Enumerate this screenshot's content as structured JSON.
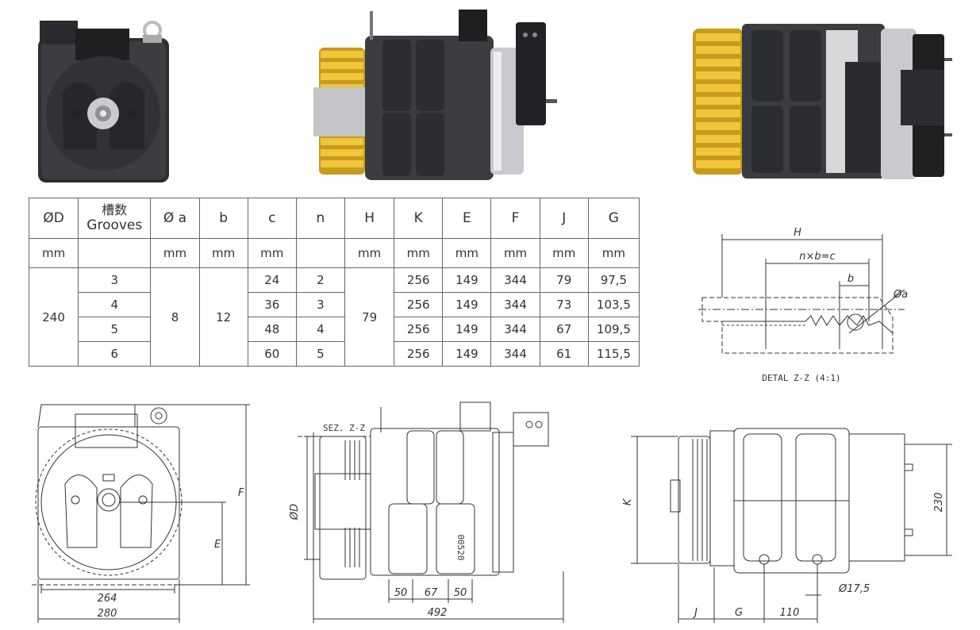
{
  "table": {
    "headers": [
      "ØD",
      "槽数",
      "Grooves",
      "Ø a",
      "b",
      "c",
      "n",
      "H",
      "K",
      "E",
      "F",
      "J",
      "G"
    ],
    "units": [
      "mm",
      "",
      "mm",
      "mm",
      "mm",
      "",
      "mm",
      "mm",
      "mm",
      "mm",
      "mm",
      "mm"
    ],
    "d_value": "240",
    "a_value": "8",
    "b_value": "12",
    "h_value": "79",
    "rows": [
      {
        "grooves": "3",
        "c": "24",
        "n": "2",
        "k": "256",
        "e": "149",
        "f": "344",
        "j": "79",
        "g": "97,5"
      },
      {
        "grooves": "4",
        "c": "36",
        "n": "3",
        "k": "256",
        "e": "149",
        "f": "344",
        "j": "73",
        "g": "103,5"
      },
      {
        "grooves": "5",
        "c": "48",
        "n": "4",
        "k": "256",
        "e": "149",
        "f": "344",
        "j": "67",
        "g": "109,5"
      },
      {
        "grooves": "6",
        "c": "60",
        "n": "5",
        "k": "256",
        "e": "149",
        "f": "344",
        "j": "61",
        "g": "115,5"
      }
    ]
  },
  "detail": {
    "h": "H",
    "nxb": "n×b=c",
    "b": "b",
    "a": "Øa",
    "caption": "DETAL Z-Z (4:1)"
  },
  "front_drawing": {
    "f": "F",
    "e": "E",
    "w264": "264",
    "w280": "280"
  },
  "side_drawing": {
    "sez": "SEZ. Z-Z",
    "d": "ØD",
    "d50a": "50",
    "d67": "67",
    "d50b": "50",
    "w492": "492",
    "label": "00520"
  },
  "top_drawing": {
    "k": "K",
    "h230": "230",
    "d175": "Ø17,5",
    "j": "J",
    "g": "G",
    "w110": "110"
  },
  "colors": {
    "sheave": "#e3b52b",
    "body": "#3a3c40",
    "silver": "#c8cacd",
    "line": "#333333"
  }
}
